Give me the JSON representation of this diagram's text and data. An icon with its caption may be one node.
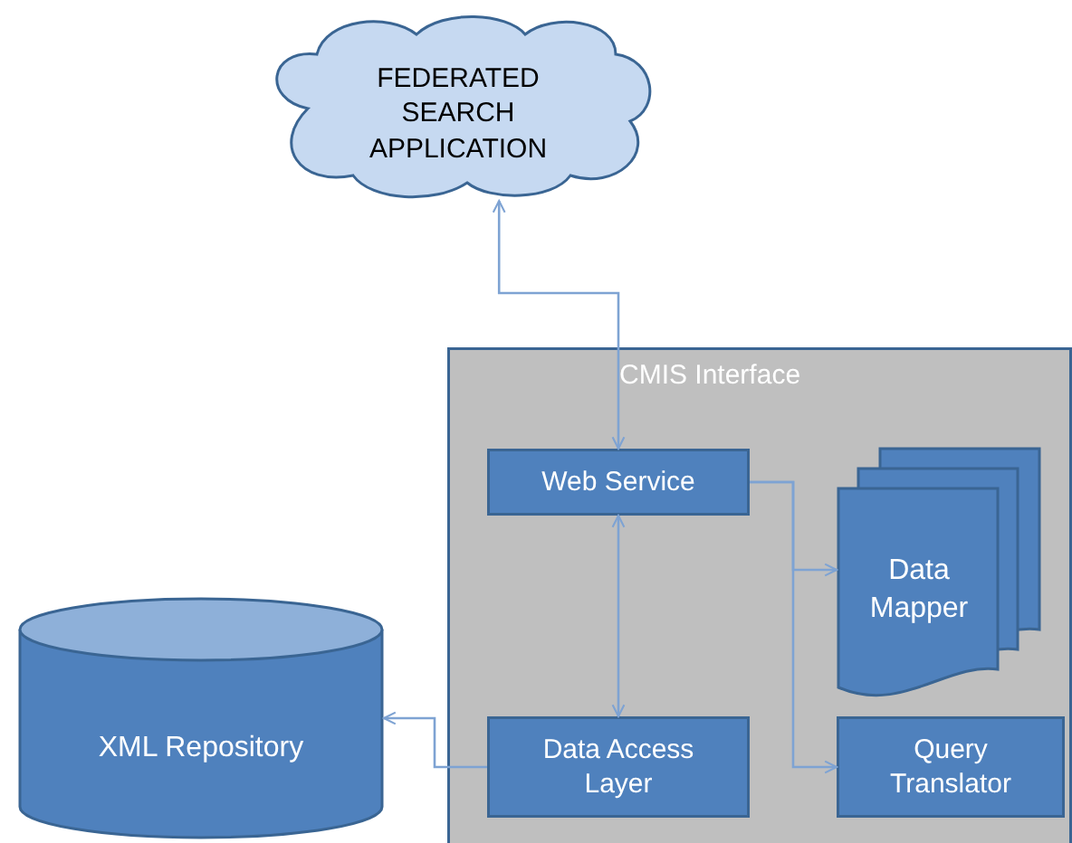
{
  "diagram": {
    "nodes": [
      {
        "text": [
          "FEDERATED SEARCH APPLICATION"
        ]
      },
      {
        "text": [
          "CMIS  Interface"
        ]
      },
      {
        "text": [
          "Web Service"
        ],
        "in": 1
      },
      {
        "text": [
          "Data Mapper"
        ],
        "in": 1
      },
      {
        "text": [
          "Data Access Layer"
        ],
        "in": 1
      },
      {
        "text": [
          "Query Translator"
        ],
        "in": 1
      },
      {
        "text": [
          "XML Repository"
        ]
      }
    ],
    "edges": [
      {
        "from": 0,
        "to": 2,
        "arrow": "both"
      },
      {
        "from": 2,
        "to": 3,
        "arrow": "to"
      },
      {
        "from": 2,
        "to": 5,
        "arrow": "to"
      },
      {
        "from": 2,
        "to": 4,
        "arrow": "both"
      },
      {
        "from": 4,
        "to": 6,
        "arrow": "to"
      }
    ]
  }
}
